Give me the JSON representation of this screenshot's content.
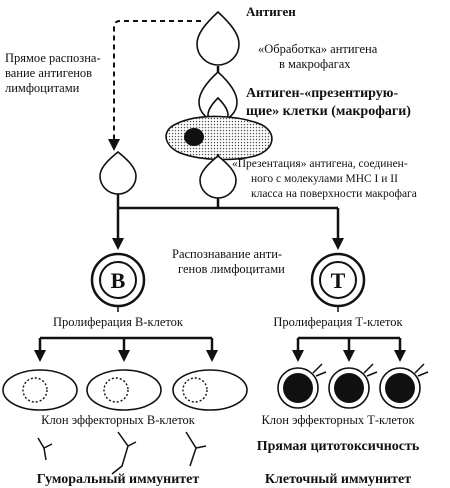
{
  "labels": {
    "antigen": "Антиген",
    "processing_1": "«Обработка» антигена",
    "processing_2": "в макрофагах",
    "apc_1": "Антиген-«презентирую-",
    "apc_2": "щие» клетки (макрофаги)",
    "direct_1": "Прямое распозна-",
    "direct_2": "вание антигенов",
    "direct_3": "лимфоцитами",
    "presentation_1": "«Презентация» антигена, соединен-",
    "presentation_2": "ного с молекулами МНС I и II",
    "presentation_3": "класса на поверхности макрофага",
    "recognition_1": "Распознавание анти-",
    "recognition_2": "генов лимфоцитами",
    "b_letter": "В",
    "t_letter": "Т",
    "b_prolif": "Пролиферация В-клеток",
    "t_prolif": "Пролиферация Т-клеток",
    "b_clone": "Клон эффекторных В-клеток",
    "t_clone": "Клон эффекторных Т-клеток",
    "cytotox": "Прямая цитотоксичность",
    "humoral": "Гуморальный иммунитет",
    "cellular": "Клеточный иммунитет"
  }
}
